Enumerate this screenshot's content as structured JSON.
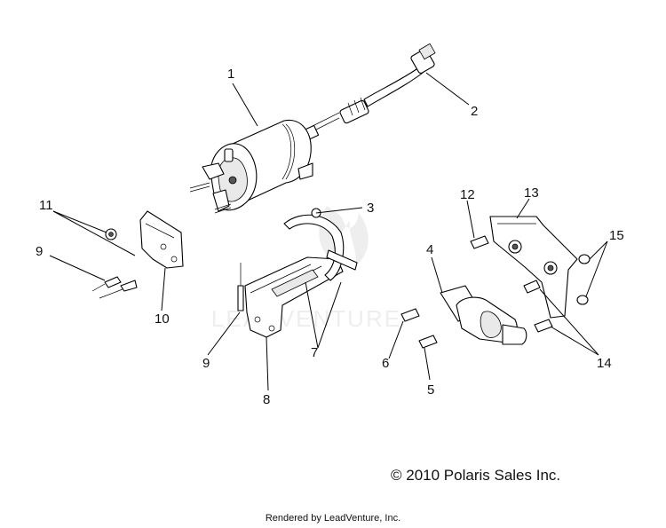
{
  "callouts": {
    "c1": "1",
    "c2": "2",
    "c3": "3",
    "c4": "4",
    "c5": "5",
    "c6": "6",
    "c7": "7",
    "c8": "8",
    "c9a": "9",
    "c9b": "9",
    "c10": "10",
    "c11": "11",
    "c12": "12",
    "c13": "13",
    "c14": "14",
    "c15": "15"
  },
  "watermark": "LEADVENTURE",
  "copyright": "© 2010 Polaris Sales Inc.",
  "footer": "Rendered by LeadVenture, Inc."
}
